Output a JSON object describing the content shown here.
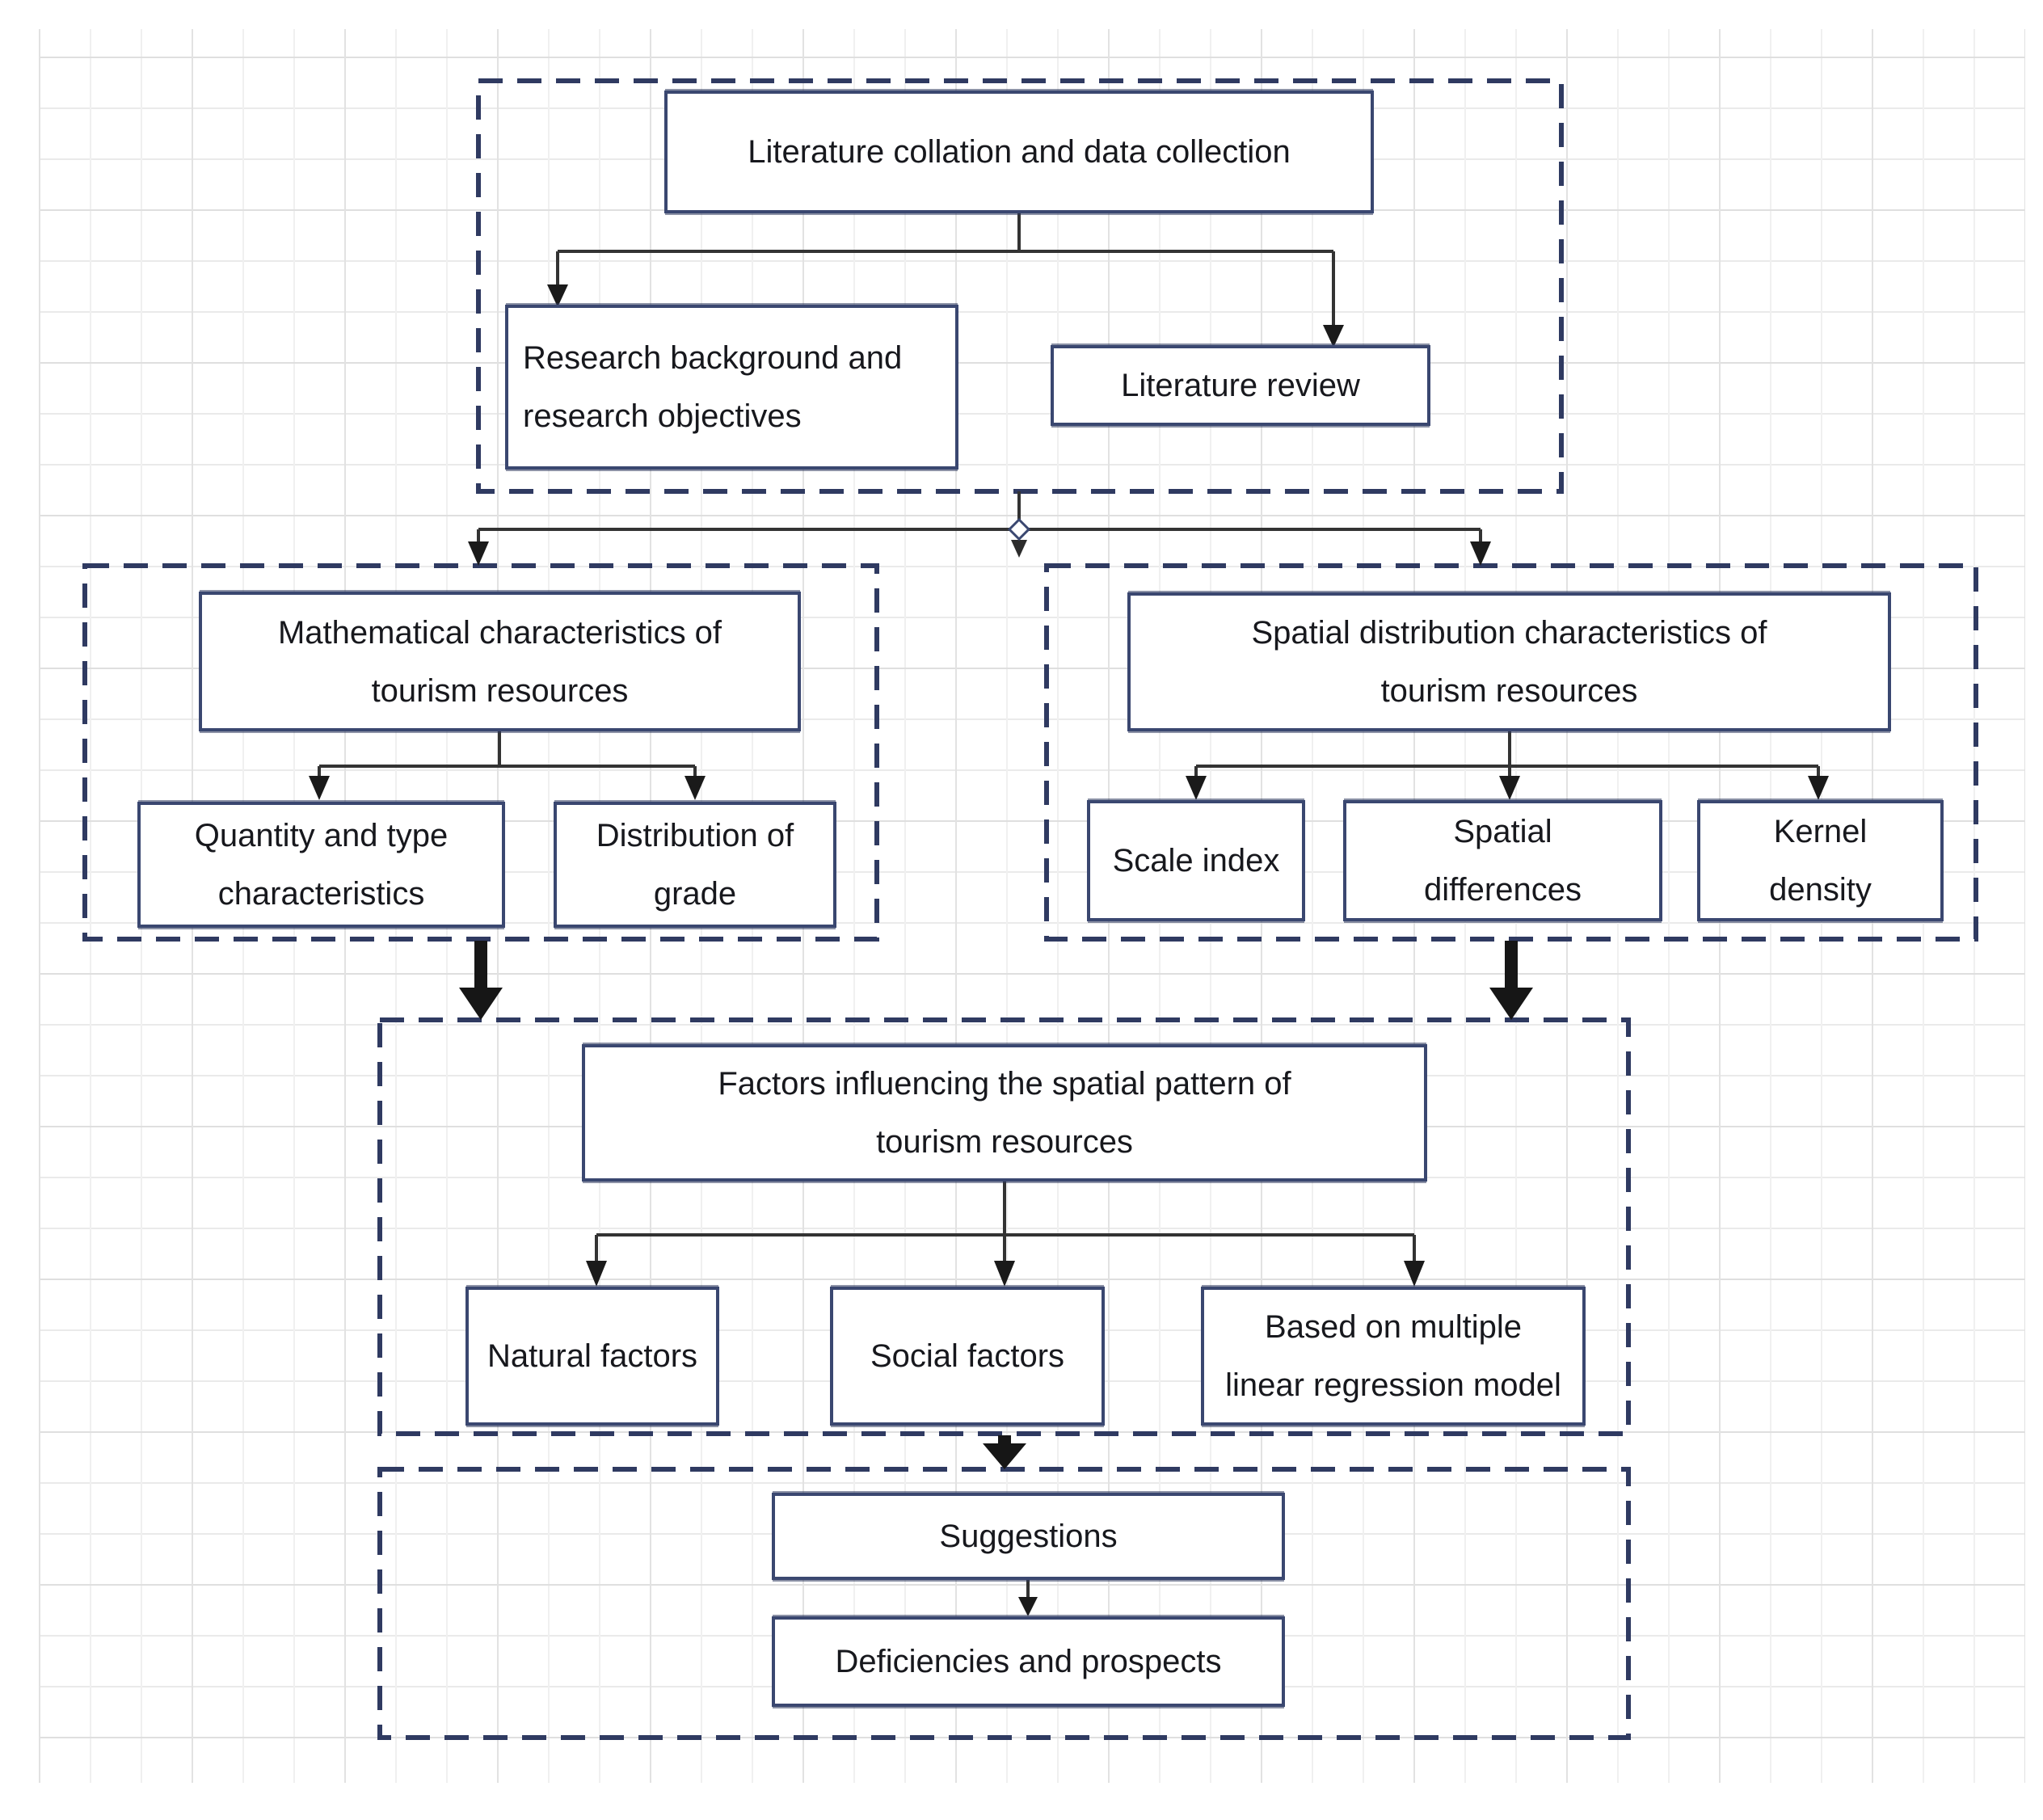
{
  "diagram": {
    "type": "flowchart",
    "description": "Research framework flowchart on gridded drawing canvas",
    "boxes": {
      "literature_collation": {
        "lines": [
          "Literature collation and data collection"
        ]
      },
      "research_background": {
        "lines": [
          "Research background and",
          "research objectives"
        ]
      },
      "literature_review": {
        "lines": [
          "Literature review"
        ]
      },
      "mathematical": {
        "lines": [
          "Mathematical characteristics of",
          "tourism resources"
        ]
      },
      "quantity_type": {
        "lines": [
          "Quantity and type",
          "characteristics"
        ]
      },
      "distribution_grade": {
        "lines": [
          "Distribution of",
          "grade"
        ]
      },
      "spatial_distribution": {
        "lines": [
          "Spatial distribution characteristics of",
          "tourism resources"
        ]
      },
      "scale_index": {
        "lines": [
          "Scale index"
        ]
      },
      "spatial_differences": {
        "lines": [
          "Spatial",
          "differences"
        ]
      },
      "kernel_density": {
        "lines": [
          "Kernel",
          "density"
        ]
      },
      "factors": {
        "lines": [
          "Factors influencing the spatial pattern of",
          "tourism resources"
        ]
      },
      "natural_factors": {
        "lines": [
          "Natural factors"
        ]
      },
      "social_factors": {
        "lines": [
          "Social factors"
        ]
      },
      "regression_model": {
        "lines": [
          "Based on multiple",
          "linear regression model"
        ]
      },
      "suggestions": {
        "lines": [
          "Suggestions"
        ]
      },
      "deficiencies": {
        "lines": [
          "Deficiencies and prospects"
        ]
      }
    },
    "colors": {
      "box_border": "#3a4770",
      "dashed_group_border": "#2f3a61",
      "connector_line": "#333333",
      "arrow_fill": "#1a1a1a",
      "text": "#17181d",
      "grid_minor": "#eaeaea",
      "grid_major": "#dfdfdf",
      "canvas_background": "#ffffff"
    }
  }
}
